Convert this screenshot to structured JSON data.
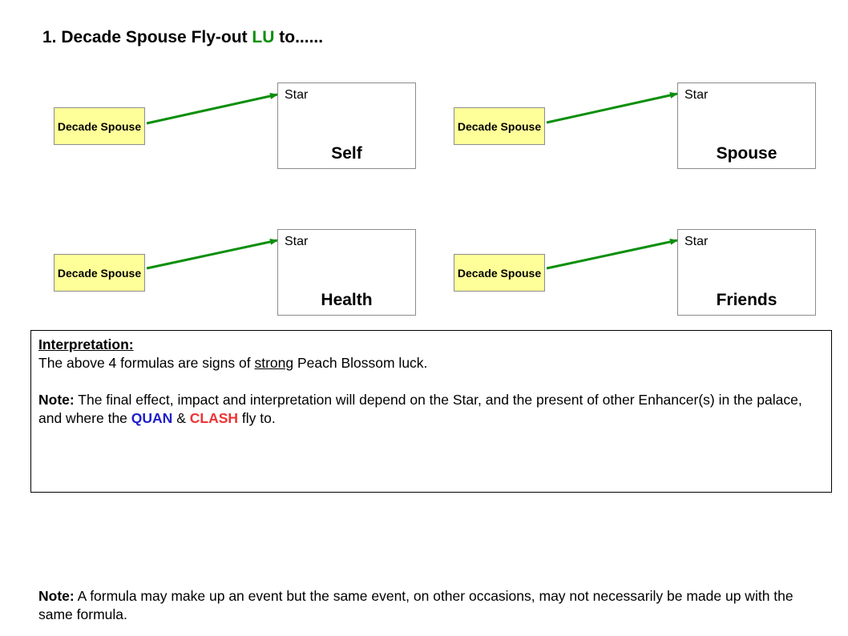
{
  "title": {
    "prefix": "1. Decade Spouse Fly-out",
    "highlight": "LU",
    "suffix": "to......",
    "highlight_color": "#0a8f0a"
  },
  "arrow_color": "#0a8f0a",
  "source_box_color": "#ffff99",
  "formulas": [
    {
      "source": "Decade Spouse",
      "star": "Star",
      "palace": "Self"
    },
    {
      "source": "Decade Spouse",
      "star": "Star",
      "palace": "Spouse"
    },
    {
      "source": "Decade Spouse",
      "star": "Star",
      "palace": "Health"
    },
    {
      "source": "Decade Spouse",
      "star": "Star",
      "palace": "Friends"
    }
  ],
  "interpretation": {
    "heading": "Interpretation:",
    "line1_pre": "The above 4 formulas are signs of",
    "line1_underlined": "strong",
    "line1_post": "Peach Blossom luck.",
    "note_label": "Note:",
    "note_text": "The final effect, impact and interpretation will depend on the Star, and the present of other Enhancer(s) in the palace, and where the",
    "quan": "QUAN",
    "amp": "&",
    "clash": "CLASH",
    "note_end": "fly to.",
    "quan_color": "#1e1ec8",
    "clash_color": "#f03232"
  },
  "footnote": {
    "label": "Note:",
    "text": "A formula may make up an event but the same event, on other occasions, may not necessarily be made up with the same formula."
  }
}
